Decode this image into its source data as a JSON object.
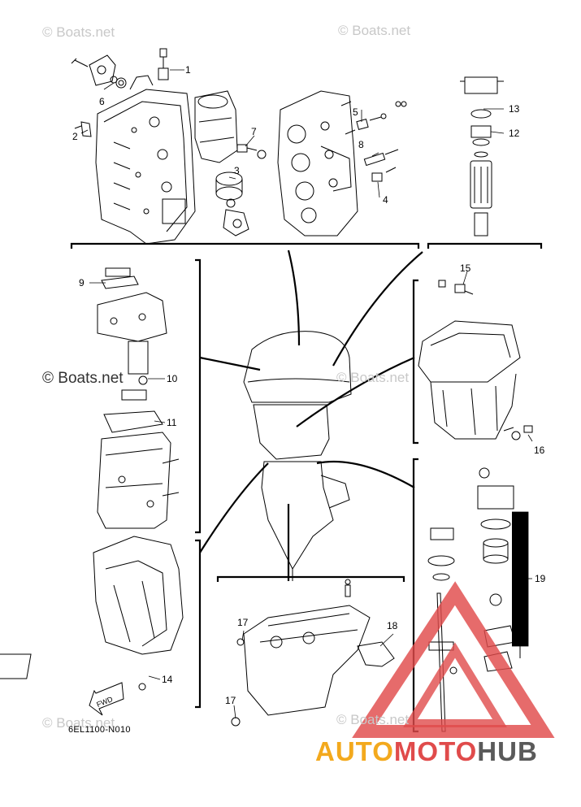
{
  "watermarks": {
    "top_left": "© Boats.net",
    "top_mid": "© Boats.net",
    "mid_left": "© Boats.net",
    "mid_right": "© Boats.net",
    "bottom_left": "© Boats.net",
    "bottom_right": "© Boats.net"
  },
  "callouts": {
    "c1": "1",
    "c2": "2",
    "c3": "3",
    "c4": "4",
    "c5": "5",
    "c6": "6",
    "c7": "7",
    "c8": "8",
    "c9": "9",
    "c10": "10",
    "c11": "11",
    "c12": "12",
    "c13": "13",
    "c14": "14",
    "c15": "15",
    "c16": "16",
    "c17a": "17",
    "c17b": "17",
    "c18": "18",
    "c19": "19"
  },
  "fwd_label": "FWD",
  "diagram_code": "6EL1100-N010",
  "brand": {
    "part1": "AUTO",
    "part2": "MOTO",
    "part3": "HUB"
  },
  "colors": {
    "brand_orange": "#f3a91d",
    "brand_red": "#e04b4b",
    "brand_gray": "#5a5a5a"
  }
}
